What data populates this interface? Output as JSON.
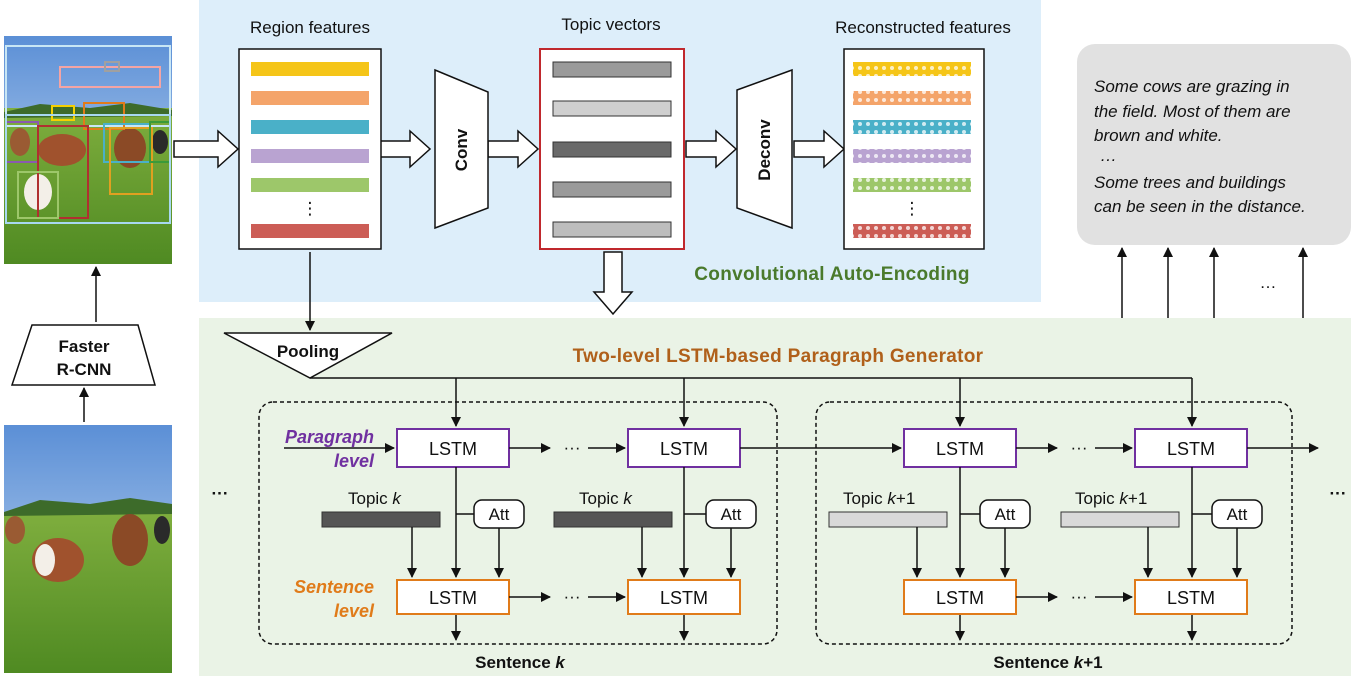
{
  "colors": {
    "cae_background": "#ddeefa",
    "generator_background": "#eaf3e6",
    "paragraph_lstm_border": "#7030a0",
    "sentence_lstm_border": "#e07b1a",
    "topic_vectors_border": "#c0282d",
    "region_feature_colors": [
      "#f5c518",
      "#f4a46a",
      "#4ab0c8",
      "#b9a3d1",
      "#9dc76a",
      "#cc5d56"
    ],
    "topic_vector_colors": [
      "#9a9a9a",
      "#cfcfcf",
      "#6a6a6a",
      "#9a9a9a",
      "#bdbdbd"
    ]
  },
  "detector": {
    "label_line1": "Faster",
    "label_line2": "R-CNN"
  },
  "autoencoder": {
    "region_features_title": "Region features",
    "topic_vectors_title": "Topic vectors",
    "reconstructed_title": "Reconstructed features",
    "conv_label": "Conv",
    "deconv_label": "Deconv",
    "vertical_ellipsis": "⋮",
    "section_title": "Convolutional Auto-Encoding"
  },
  "generator": {
    "section_title": "Two-level LSTM-based Paragraph Generator",
    "pooling_label": "Pooling",
    "paragraph_level_line1": "Paragraph",
    "paragraph_level_line2": "level",
    "sentence_level_line1": "Sentence",
    "sentence_level_line2": "level",
    "lstm_label": "LSTM",
    "att_label": "Att",
    "ellipsis": "···",
    "topic_k_prefix": "Topic ",
    "topic_k_var": "k",
    "topic_k1_suffix": "+1",
    "sentence_k_prefix": "Sentence ",
    "sentence_k_var": "k",
    "sentence_k1_suffix": "+1"
  },
  "output": {
    "line1": "Some cows are grazing in",
    "line2": "the field. Most of them are",
    "line3": "brown and white.",
    "line4": "…",
    "line5": "Some trees and buildings",
    "line6": "can be seen in the distance.",
    "arrows_ellipsis": "…"
  }
}
